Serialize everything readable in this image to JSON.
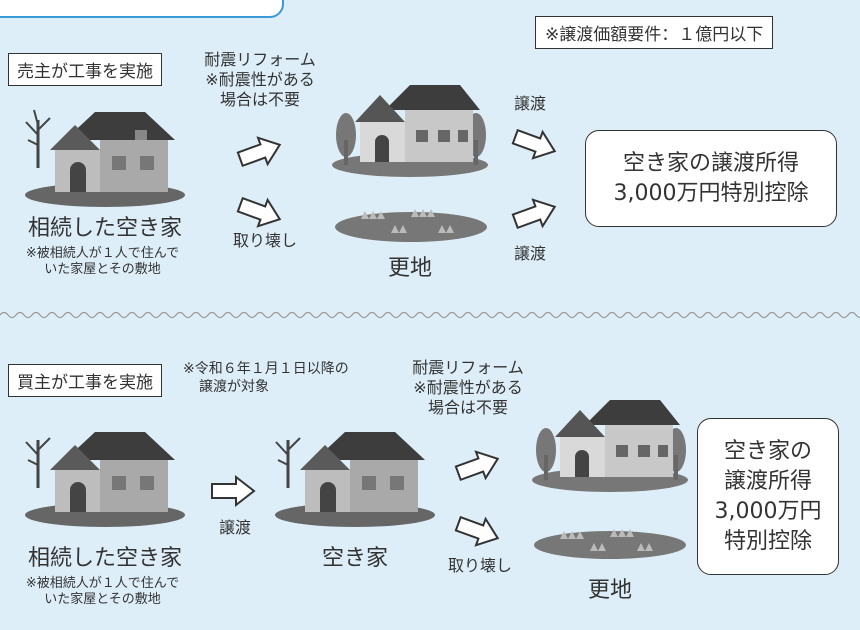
{
  "condition_box": "※譲渡価額要件：１億円以下",
  "seller_section": {
    "tag": "売主が工事を実施",
    "renovation_label": [
      "耐震リフォーム",
      "※耐震性がある",
      "場合は不要"
    ],
    "demolition_label": "取り壊し",
    "vacant_house_label": "相続した空き家",
    "vacant_house_note": [
      "※被相続人が１人で住んで",
      "いた家屋とその敷地"
    ],
    "vacant_lot_label": "更地",
    "transfer_label_top": "譲渡",
    "transfer_label_bottom": "譲渡",
    "result": [
      "空き家の譲渡所得",
      "3,000万円特別控除"
    ]
  },
  "buyer_section": {
    "tag": "買主が工事を実施",
    "date_note": [
      "※令和６年１月１日以降の",
      "譲渡が対象"
    ],
    "renovation_label": [
      "耐震リフォーム",
      "※耐震性がある",
      "場合は不要"
    ],
    "demolition_label": "取り壊し",
    "vacant_house_label": "相続した空き家",
    "vacant_house_note": [
      "※被相続人が１人で住んで",
      "いた家屋とその敷地"
    ],
    "transfer_label": "譲渡",
    "vacant_house_after_label": "空き家",
    "vacant_lot_label": "更地",
    "result": [
      "空き家の",
      "譲渡所得",
      "3,000万円",
      "特別控除"
    ]
  }
}
